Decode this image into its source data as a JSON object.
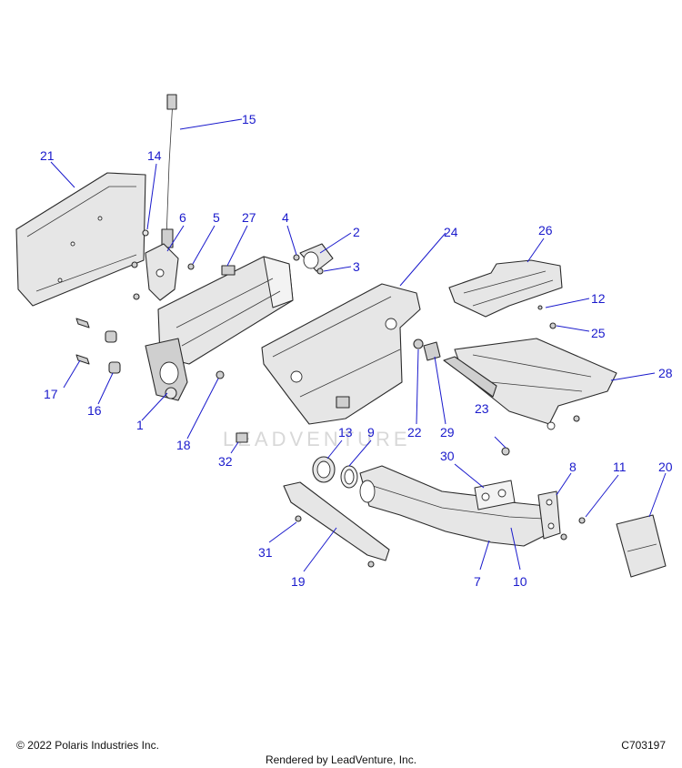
{
  "watermark": "LEADVENTURE",
  "callouts": {
    "c1": "1",
    "c2": "2",
    "c3": "3",
    "c4": "4",
    "c5": "5",
    "c6": "6",
    "c7": "7",
    "c8": "8",
    "c9": "9",
    "c10": "10",
    "c11": "11",
    "c12": "12",
    "c13": "13",
    "c14": "14",
    "c15": "15",
    "c16": "16",
    "c17": "17",
    "c18": "18",
    "c19": "19",
    "c20": "20",
    "c21": "21",
    "c22": "22",
    "c23": "23",
    "c24": "24",
    "c25": "25",
    "c26": "26",
    "c27": "27",
    "c28": "28",
    "c29": "29",
    "c30": "30",
    "c31": "31",
    "c32": "32"
  },
  "footer": {
    "copyright": "© 2022 Polaris Industries Inc.",
    "drawing_code": "C703197",
    "rendered_by": "Rendered by LeadVenture, Inc."
  },
  "colors": {
    "callout": "#1a1acc",
    "part_fill": "#e6e6e6",
    "outline": "#2a2a2a"
  }
}
